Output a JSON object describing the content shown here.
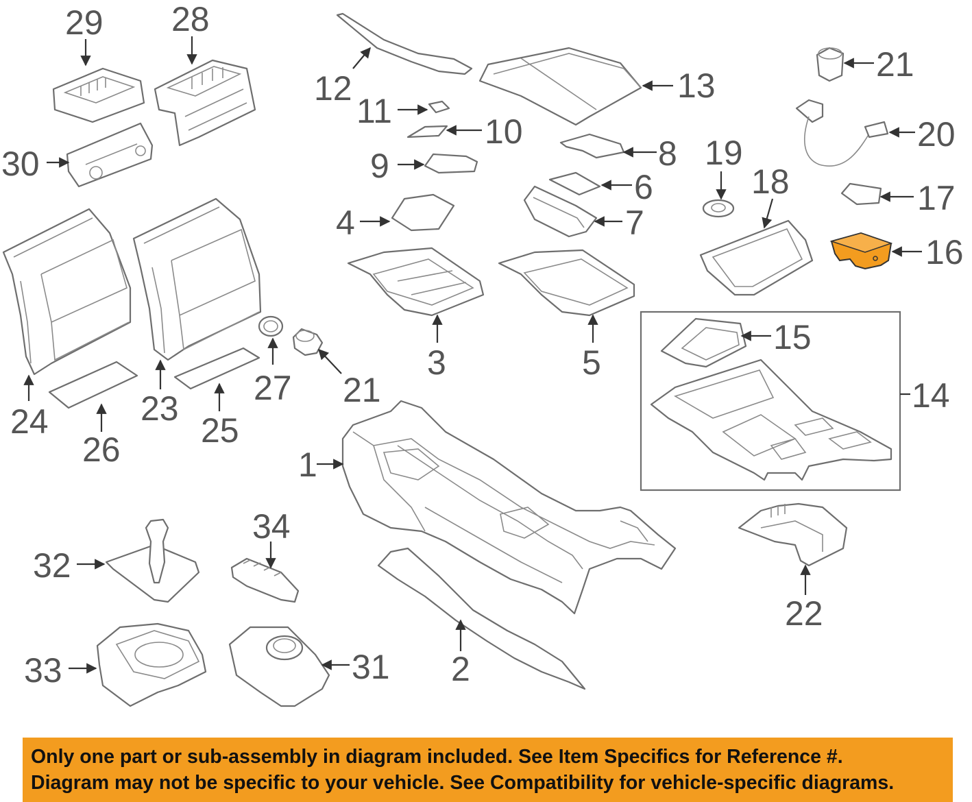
{
  "callouts": [
    "1",
    "2",
    "3",
    "4",
    "5",
    "6",
    "7",
    "8",
    "9",
    "10",
    "11",
    "12",
    "13",
    "14",
    "15",
    "16",
    "17",
    "18",
    "19",
    "20",
    "21",
    "21",
    "22",
    "23",
    "24",
    "25",
    "26",
    "27",
    "28",
    "29",
    "30",
    "31",
    "32",
    "33",
    "34"
  ],
  "highlight_color": "#f39c1f",
  "line_color": "#6e6e6e",
  "banner": {
    "line1": "Only one part or sub-assembly in diagram included. See Item Specifics for Reference #.",
    "line2": "Diagram may not be specific to your vehicle. See Compatibility for vehicle-specific diagrams.",
    "background": "#f39c1f"
  }
}
